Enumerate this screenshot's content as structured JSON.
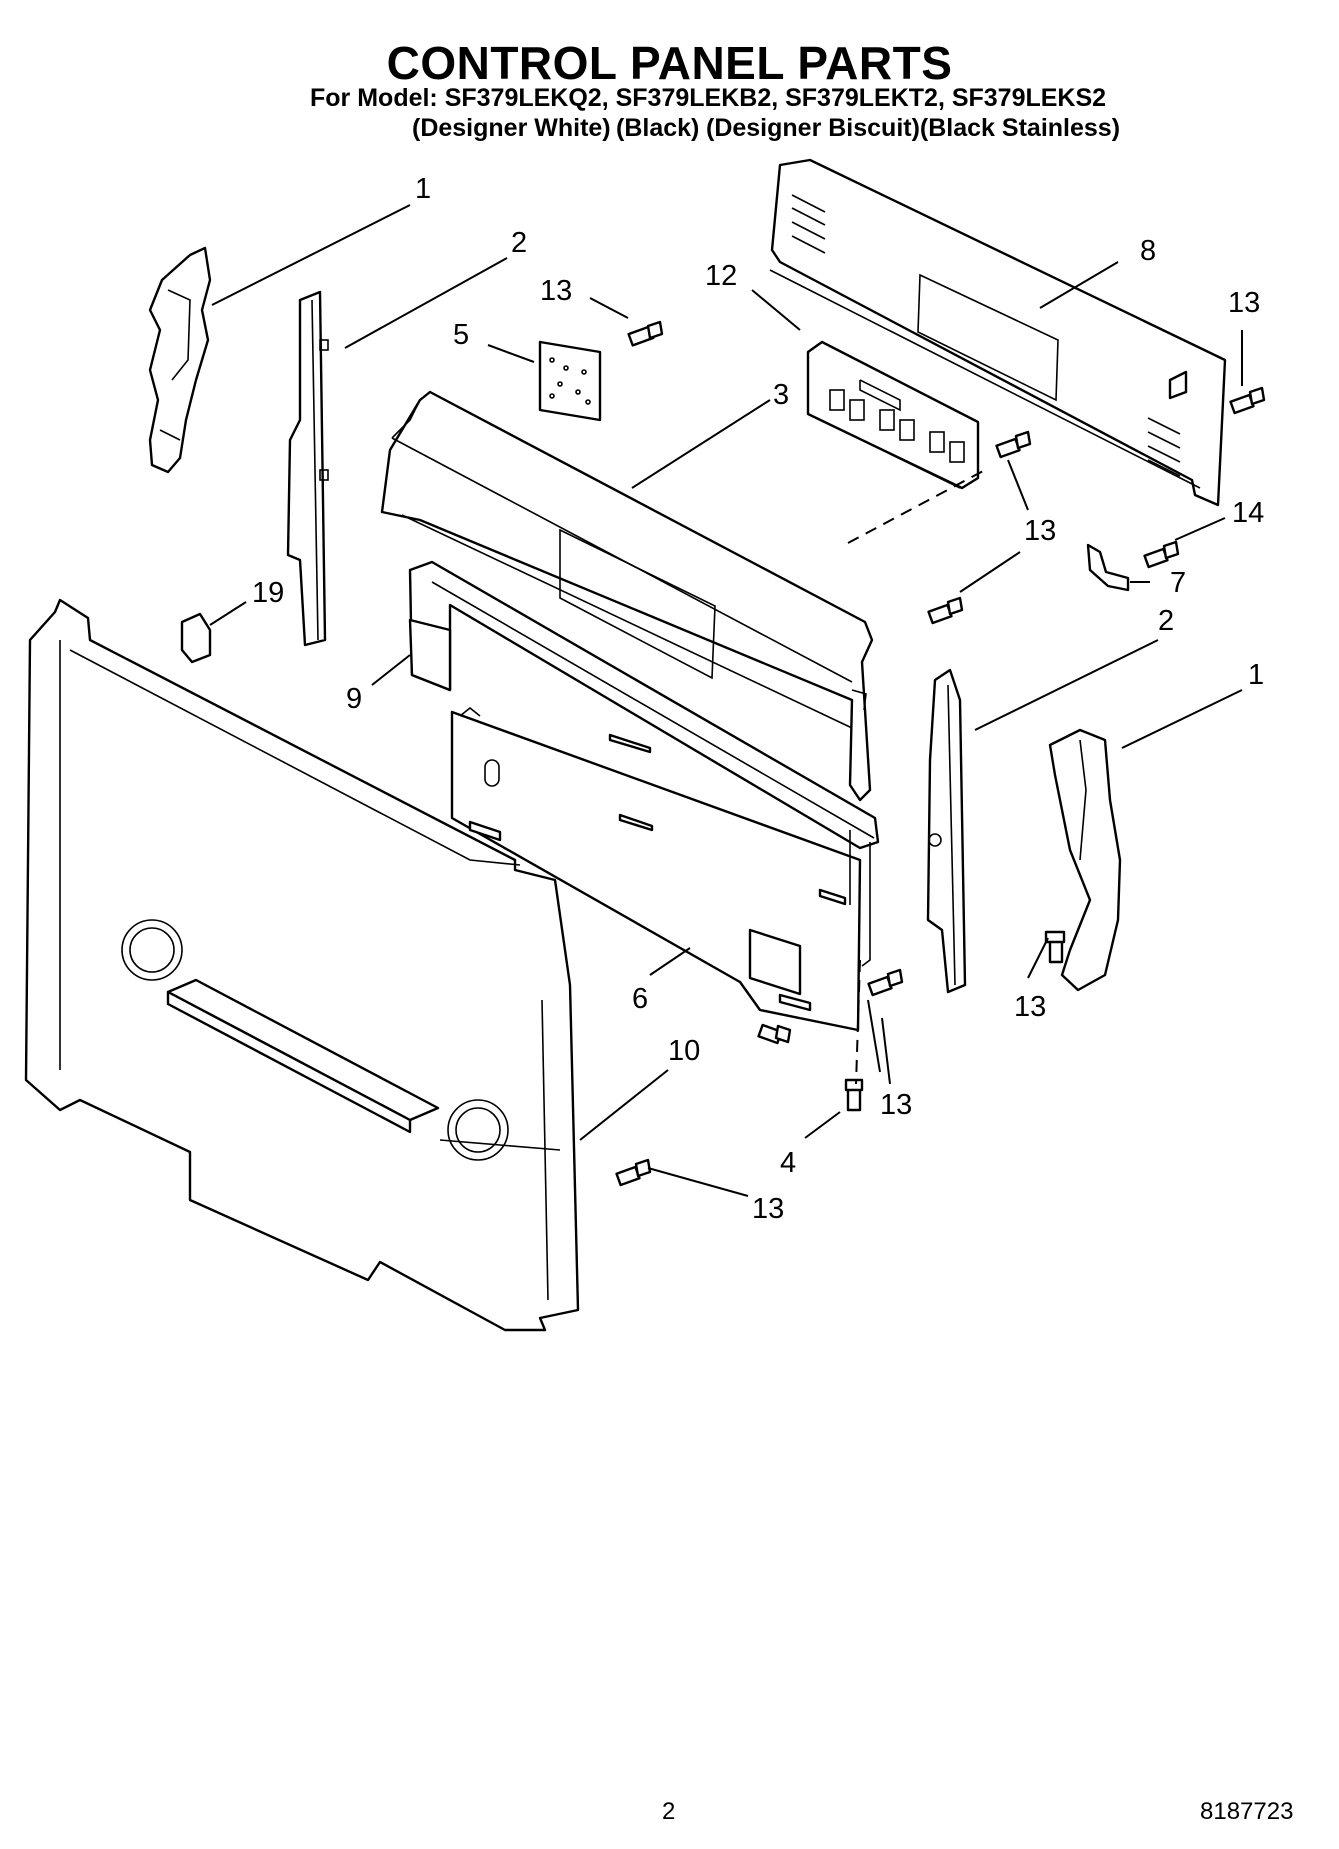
{
  "header": {
    "title": "CONTROL PANEL PARTS",
    "model_line": "For Model: SF379LEKQ2, SF379LEKB2, SF379LEKT2, SF379LEKS2",
    "variants": [
      "(Designer White)",
      "(Black)",
      "(Designer Biscuit)(Black Stainless)"
    ]
  },
  "callouts": {
    "c1a": "1",
    "c2a": "2",
    "c13a": "13",
    "c5": "5",
    "c12": "12",
    "c8": "8",
    "c13b": "13",
    "c3": "3",
    "c14": "14",
    "c13c": "13",
    "c7": "7",
    "c19": "19",
    "c2b": "2",
    "c1b": "1",
    "c9": "9",
    "c6": "6",
    "c13d": "13",
    "c10": "10",
    "c13e": "13",
    "c4": "4",
    "c13f": "13"
  },
  "footer": {
    "page_number": "2",
    "doc_number": "8187723"
  }
}
